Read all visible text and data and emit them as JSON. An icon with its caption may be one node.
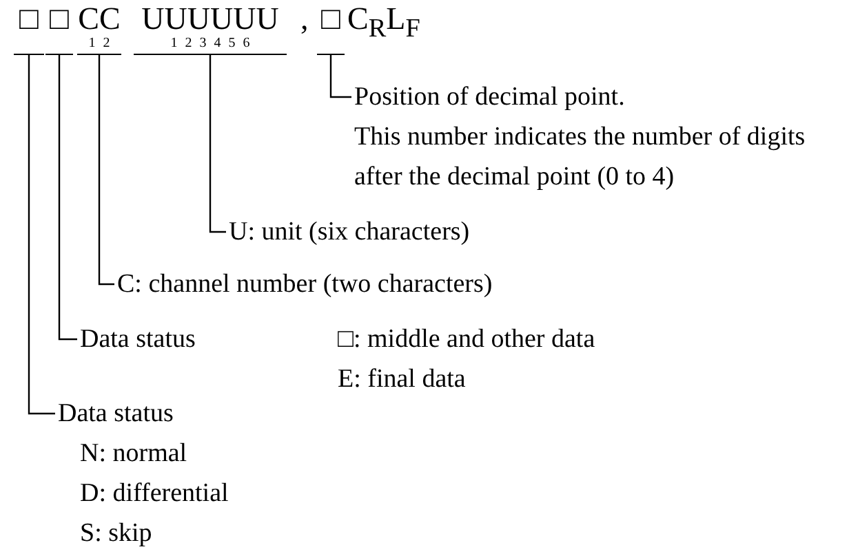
{
  "diagram": {
    "nodes": [
      {
        "text": [
          "□"
        ]
      },
      {
        "text": [
          "□"
        ]
      },
      {
        "text": [
          "CC",
          "1 2"
        ]
      },
      {
        "text": [
          "UUUUUU",
          "1 2 3 4 5 6"
        ]
      },
      {
        "text": [
          "□"
        ]
      },
      {
        "text": [
          "Position of decimal point.",
          "This number indicates the number of digits after the decimal point (0 to 4)"
        ]
      },
      {
        "text": [
          "U: unit (six characters)"
        ]
      },
      {
        "text": [
          "C: channel number (two characters)"
        ]
      },
      {
        "text": [
          "Data status",
          "□: middle and other data",
          "E: final data"
        ]
      },
      {
        "text": [
          "Data status",
          "N: normal",
          "D: differential",
          "S: skip"
        ]
      }
    ],
    "edges": [
      {
        "from": 5,
        "to": 4,
        "arrow": "none"
      },
      {
        "from": 6,
        "to": 3,
        "arrow": "none"
      },
      {
        "from": 7,
        "to": 2,
        "arrow": "none"
      },
      {
        "from": 8,
        "to": 1,
        "arrow": "none"
      },
      {
        "from": 9,
        "to": 0,
        "arrow": "none"
      }
    ],
    "labels": [
      ",",
      "C$_{R}$L$_{F}$"
    ]
  }
}
